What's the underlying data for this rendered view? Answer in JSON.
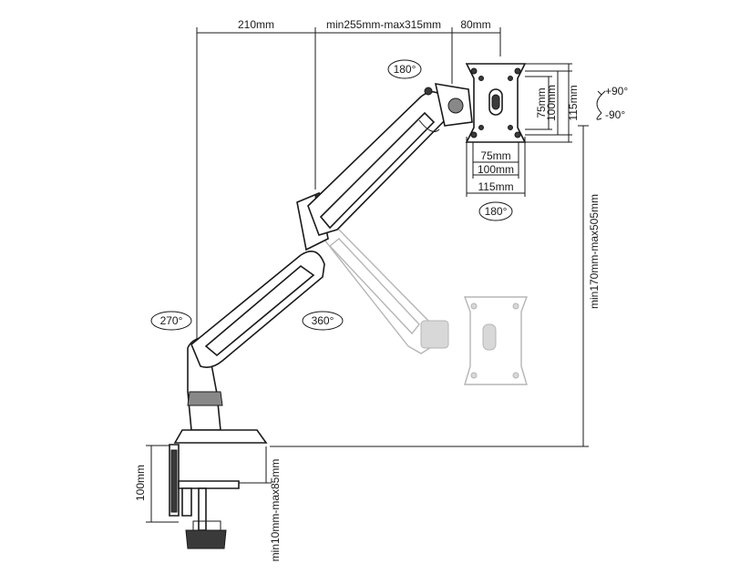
{
  "dimensions": {
    "top_left_span": "210mm",
    "top_mid_span": "min255mm-max315mm",
    "top_right_span": "80mm",
    "vesa_h_75": "75mm",
    "vesa_h_100": "100mm",
    "vesa_h_115": "115mm",
    "vesa_v_75": "75mm",
    "vesa_v_100": "100mm",
    "vesa_v_115": "115mm",
    "height_range": "min170mm-max505mm",
    "clamp_height": "100mm",
    "desk_thickness": "min10mm-max85mm"
  },
  "rotations": {
    "top_plate": "180°",
    "bottom_plate": "180°",
    "tilt_up": "+90°",
    "tilt_down": "-90°",
    "base_swivel": "270°",
    "arm_swivel": "360°"
  }
}
